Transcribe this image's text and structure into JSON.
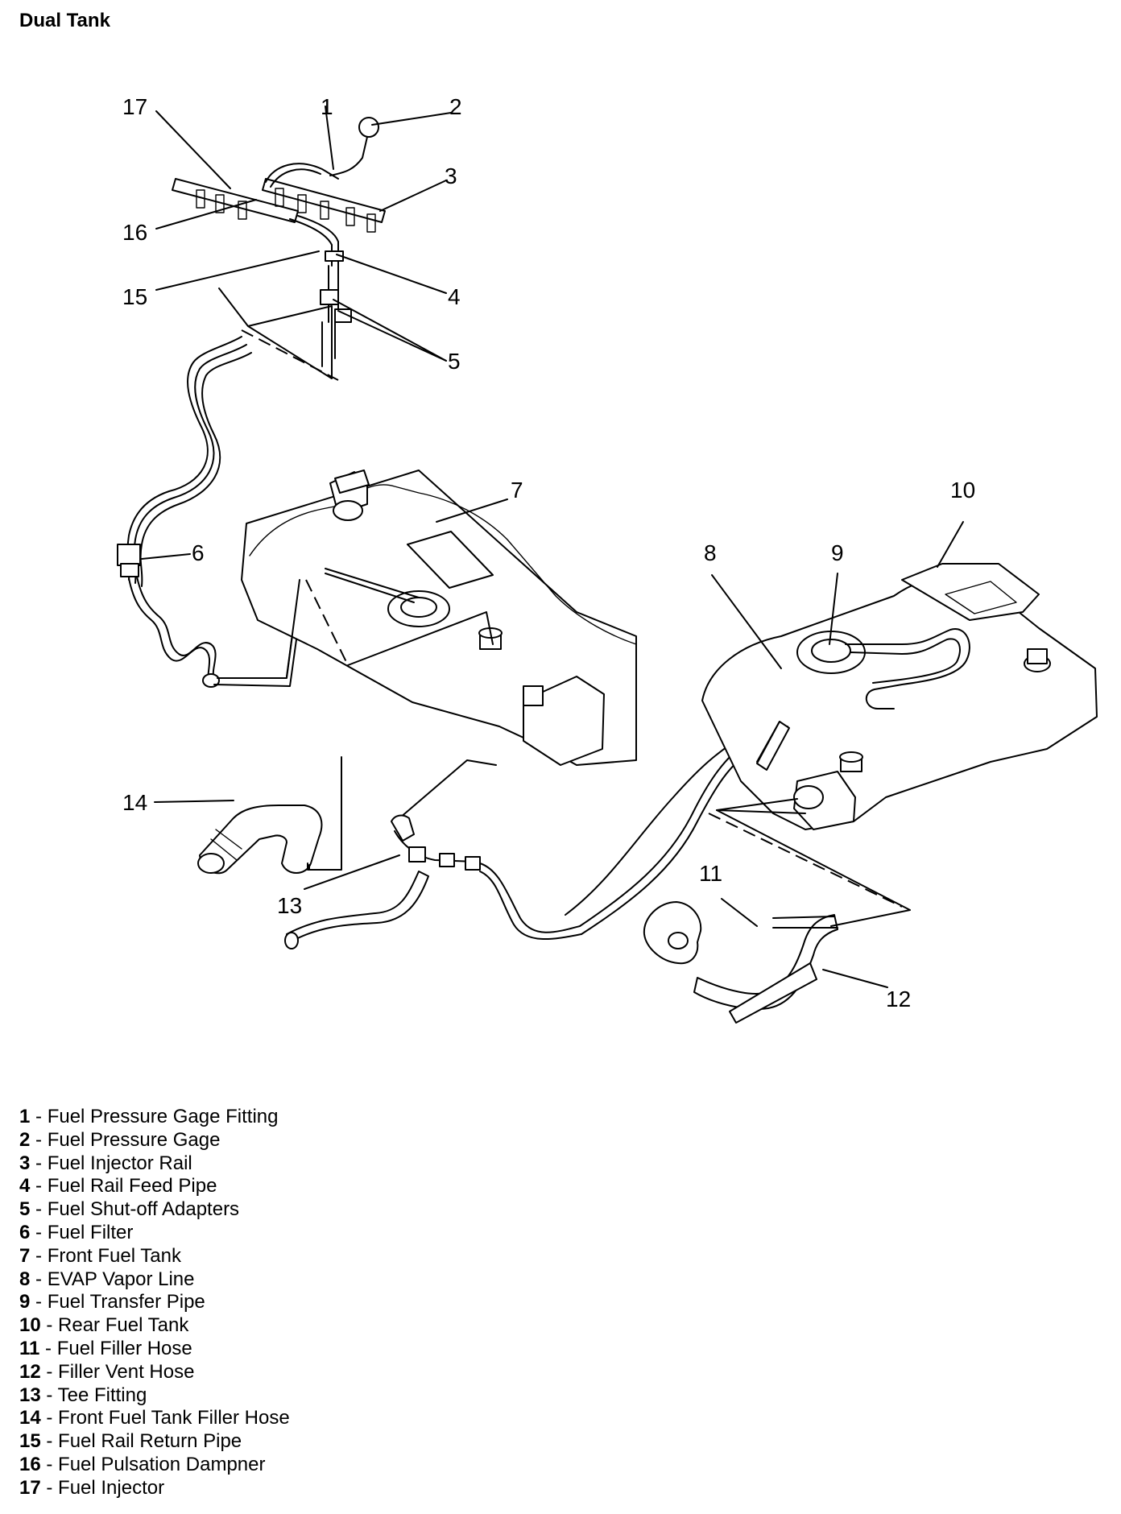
{
  "title": "Dual Tank",
  "callouts": {
    "c1": "1",
    "c2": "2",
    "c3": "3",
    "c4": "4",
    "c5": "5",
    "c6": "6",
    "c7": "7",
    "c8": "8",
    "c9": "9",
    "c10": "10",
    "c11": "11",
    "c12": "12",
    "c13": "13",
    "c14": "14",
    "c15": "15",
    "c16": "16",
    "c17": "17"
  },
  "legend": [
    {
      "num": "1",
      "text": " - Fuel Pressure Gage Fitting"
    },
    {
      "num": "2",
      "text": " - Fuel Pressure Gage"
    },
    {
      "num": "3",
      "text": " - Fuel Injector Rail"
    },
    {
      "num": "4",
      "text": " - Fuel Rail Feed Pipe"
    },
    {
      "num": "5",
      "text": " - Fuel Shut-off Adapters"
    },
    {
      "num": "6",
      "text": " - Fuel Filter"
    },
    {
      "num": "7",
      "text": " - Front Fuel Tank"
    },
    {
      "num": "8",
      "text": " - EVAP Vapor Line"
    },
    {
      "num": "9",
      "text": " - Fuel Transfer Pipe"
    },
    {
      "num": "10",
      "text": " - Rear Fuel Tank"
    },
    {
      "num": "11",
      "text": " - Fuel Filler Hose"
    },
    {
      "num": "12",
      "text": " - Filler Vent Hose"
    },
    {
      "num": "13",
      "text": " - Tee Fitting"
    },
    {
      "num": "14",
      "text": " - Front Fuel Tank Filler Hose"
    },
    {
      "num": "15",
      "text": " - Fuel Rail Return Pipe"
    },
    {
      "num": "16",
      "text": " - Fuel Pulsation Dampner"
    },
    {
      "num": "17",
      "text": " - Fuel Injector"
    }
  ]
}
